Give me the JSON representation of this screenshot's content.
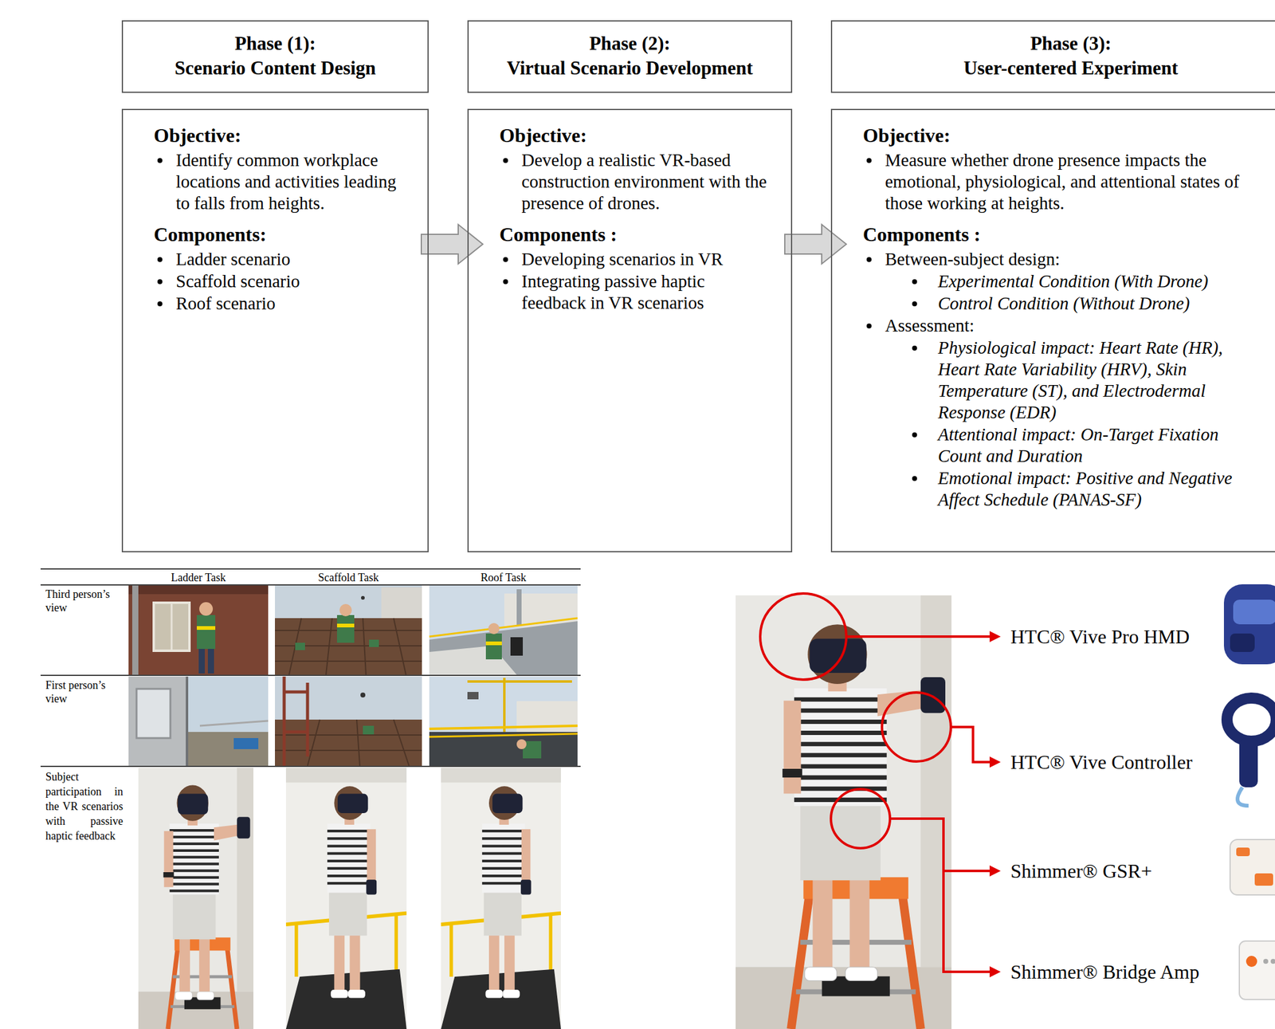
{
  "diagram": {
    "nodes": [
      {
        "text": [
          "Phase (1):",
          "Scenario Content Design"
        ]
      },
      {
        "text": [
          "Phase (2):",
          "Virtual Scenario Development"
        ]
      },
      {
        "text": [
          "Phase (3):",
          "User-centered Experiment"
        ]
      },
      {
        "text": [
          "Objective:",
          "Identify common workplace locations and activities leading to falls from heights.",
          "Components:",
          "Ladder scenario",
          "Scaffold scenario",
          "Roof scenario"
        ]
      },
      {
        "text": [
          "Objective:",
          "Develop a realistic VR-based construction environment with the presence of drones.",
          "Components :",
          "Developing scenarios in VR",
          "Integrating passive haptic feedback in VR scenarios"
        ]
      },
      {
        "text": [
          "Objective:",
          "Measure whether drone presence impacts the emotional, physiological, and attentional states of those working at heights.",
          "Components :",
          "Between-subject design:",
          "Experimental Condition (With Drone)",
          "Control Condition (Without Drone)",
          "Assessment:",
          "Physiological impact: Heart Rate (HR), Heart Rate Variability (HRV), Skin Temperature (ST), and Electrodermal Response (EDR)",
          "Attentional impact: On-Target Fixation Count and Duration",
          "Emotional impact: Positive and Negative Affect Schedule (PANAS-SF)"
        ]
      }
    ],
    "edges": [
      {
        "from": 3,
        "to": 4,
        "arrow": "to"
      },
      {
        "from": 4,
        "to": 5,
        "arrow": "to"
      }
    ],
    "labels": [
      "Ladder Task",
      "Scaffold Task",
      "Roof Task",
      "Third person’s view",
      "First person’s view",
      "Subject participation in the VR scenarios with passive haptic feedback",
      "HTC® Vive Pro HMD",
      "HTC® Vive Controller",
      "Shimmer® GSR+",
      "Shimmer® Bridge Amp"
    ]
  }
}
